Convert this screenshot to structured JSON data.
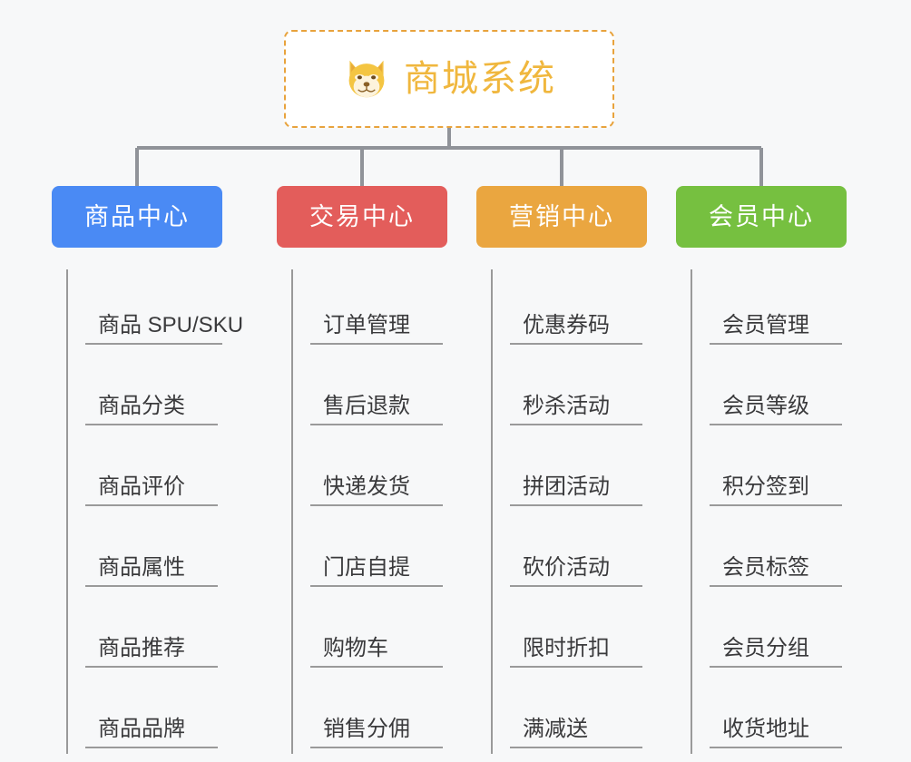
{
  "page": {
    "background_color": "#f7f8f9",
    "title": "商城系统"
  },
  "root": {
    "label": "商城系统",
    "icon": "shiba-dog-icon",
    "text_color": "#f0b73e",
    "border_color": "#e8a33d",
    "background_color": "#ffffff"
  },
  "connector": {
    "color": "#909399"
  },
  "branches": [
    {
      "id": "b0",
      "label": "商品中心",
      "color": "#4a8af4",
      "items": [
        {
          "label": "商品 SPU/SKU"
        },
        {
          "label": "商品分类"
        },
        {
          "label": "商品评价"
        },
        {
          "label": "商品属性"
        },
        {
          "label": "商品推荐"
        },
        {
          "label": "商品品牌"
        }
      ]
    },
    {
      "id": "b1",
      "label": "交易中心",
      "color": "#e35d5b",
      "items": [
        {
          "label": "订单管理"
        },
        {
          "label": "售后退款"
        },
        {
          "label": "快递发货"
        },
        {
          "label": "门店自提"
        },
        {
          "label": "购物车"
        },
        {
          "label": "销售分佣"
        }
      ]
    },
    {
      "id": "b2",
      "label": "营销中心",
      "color": "#eaa640",
      "items": [
        {
          "label": "优惠券码"
        },
        {
          "label": "秒杀活动"
        },
        {
          "label": "拼团活动"
        },
        {
          "label": "砍价活动"
        },
        {
          "label": "限时折扣"
        },
        {
          "label": "满减送"
        }
      ]
    },
    {
      "id": "b3",
      "label": "会员中心",
      "color": "#75c council"
    }
  ]
}
